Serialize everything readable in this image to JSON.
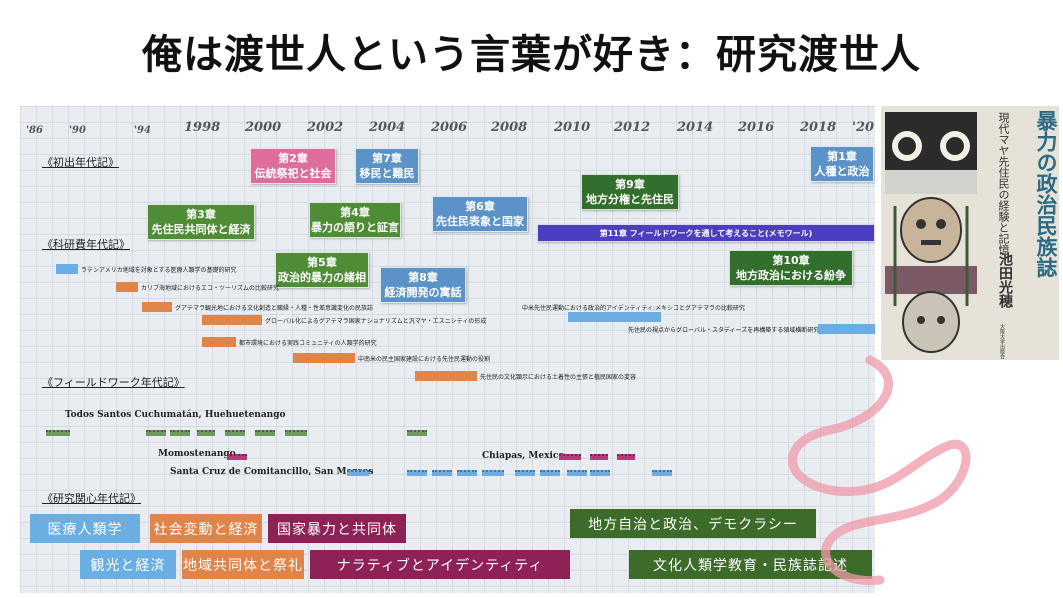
{
  "title": "俺は渡世人という言葉が好き：研究渡世人",
  "years_small": [
    "'86",
    "'90",
    "'94",
    "'20"
  ],
  "years": [
    "1998",
    "2000",
    "2002",
    "2004",
    "2006",
    "2008",
    "2010",
    "2012",
    "2014",
    "2016",
    "2018"
  ],
  "sections": {
    "first_pub": "《初出年代記》",
    "kaken": "《科研費年代記》",
    "fieldwork": "《フィールドワーク年代記》",
    "interest": "《研究関心年代記》"
  },
  "chapters": {
    "ch1": [
      "第1章",
      "人種と政治"
    ],
    "ch2": [
      "第2章",
      "伝統祭祀と社会"
    ],
    "ch3": [
      "第3章",
      "先住民共同体と経済"
    ],
    "ch4": [
      "第4章",
      "暴力の語りと証言"
    ],
    "ch5": [
      "第5章",
      "政治的暴力の諸相"
    ],
    "ch6": [
      "第6章",
      "先住民表象と国家"
    ],
    "ch7": [
      "第7章",
      "移民と難民"
    ],
    "ch8": [
      "第8章",
      "経済開発の寓話"
    ],
    "ch9": [
      "第9章",
      "地方分権と先住民"
    ],
    "ch10": [
      "第10章",
      "地方政治における紛争"
    ],
    "ch11": "第11章 フィールドワークを通して考えること(メモワール)"
  },
  "grants": [
    "ラテンアメリカ地域を対象とする医療人類学の基礎的研究",
    "カリブ海地域におけるエコ・ツーリズムの比較研究",
    "グアテマラ観光地における文化創造と職縁・人種・性差意識変化の民族誌",
    "グローバル化によるグアテマラ国家ナショナリズムと汎マヤ・エスニシティの形成",
    "都市環境における実践コミュニティの人類学的研究",
    "中南米の民主国家建設における先住民運動の役割",
    "先住民の文化顕示における土着性の主張と植民国家の変容",
    "中米先住民運動における政治的アイデンティティ:メキシコとグアテマラの比較研究",
    "先住民の視点からグローバル・スタディーズを再構築する領域横断研究"
  ],
  "places": {
    "todos": "Todos Santos Cuchumatán, Huehuetenango",
    "momostenango": "Momostenango",
    "santa_cruz": "Santa Cruz de Comitancillo, San Marcos",
    "chiapas": "Chiapas, Mexico"
  },
  "interests": {
    "medical": "医療人類学",
    "social": "社会変動と経済",
    "violence": "国家暴力と共同体",
    "local_politics": "地方自治と政治、デモクラシー",
    "tourism": "観光と経済",
    "community": "地域共同体と祭礼",
    "narrative": "ナラティブとアイデンティティ",
    "education": "文化人類学教育・民族誌記述"
  },
  "book": {
    "title": "暴力の政治民族誌",
    "subtitle": "現代マヤ先住民の経験と記憶",
    "author": "池田光穂",
    "publisher": "大阪大学出版会"
  }
}
